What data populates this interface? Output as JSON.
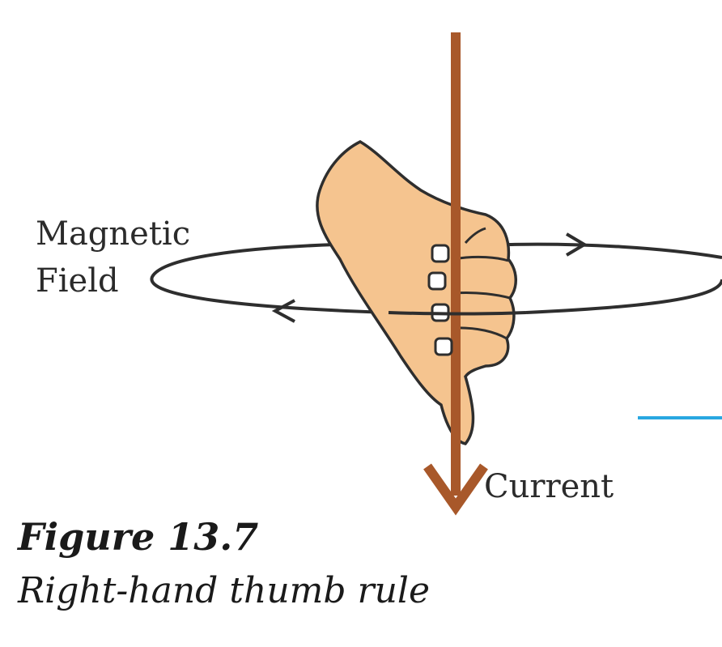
{
  "diagram": {
    "labels": {
      "magnetic": "Magnetic",
      "field": "Field",
      "current": "Current"
    },
    "colors": {
      "wire": "#a8582a",
      "skin": "#f5c48f",
      "outline": "#2e2e2e",
      "accent_line": "#29a7e1"
    }
  },
  "caption": {
    "title": "Figure 13.7",
    "subtitle": "Right-hand thumb rule"
  }
}
